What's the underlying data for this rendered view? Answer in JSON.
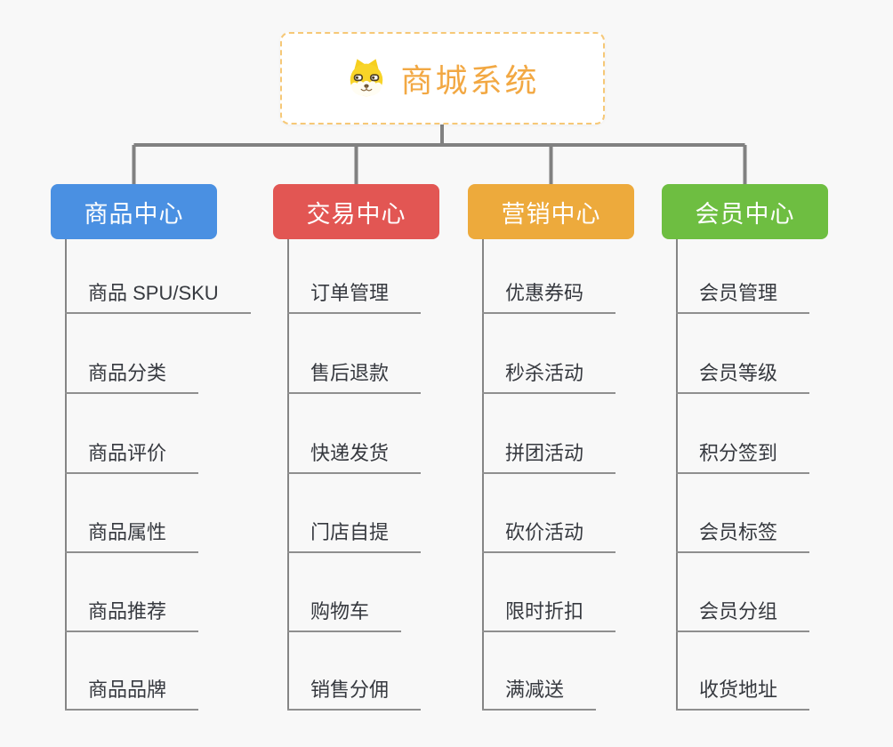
{
  "root": {
    "title": "商城系统",
    "icon": "dog-icon",
    "title_color": "#f2a843",
    "border_color": "#f6c877",
    "background": "#ffffff"
  },
  "branches": [
    {
      "label": "商品中心",
      "color": "#4a90e2",
      "items": [
        "商品 SPU/SKU",
        "商品分类",
        "商品评价",
        "商品属性",
        "商品推荐",
        "商品品牌"
      ]
    },
    {
      "label": "交易中心",
      "color": "#e25653",
      "items": [
        "订单管理",
        "售后退款",
        "快递发货",
        "门店自提",
        "购物车",
        "销售分佣"
      ]
    },
    {
      "label": "营销中心",
      "color": "#edaa3c",
      "items": [
        "优惠券码",
        "秒杀活动",
        "拼团活动",
        "砍价活动",
        "限时折扣",
        "满减送"
      ]
    },
    {
      "label": "会员中心",
      "color": "#6ebe41",
      "items": [
        "会员管理",
        "会员等级",
        "积分签到",
        "会员标签",
        "会员分组",
        "收货地址"
      ]
    }
  ],
  "style": {
    "connector_color": "#818181",
    "underline_color": "#8f8f8f",
    "item_text_color": "#36393f",
    "canvas_background": "#f8f8f8"
  }
}
